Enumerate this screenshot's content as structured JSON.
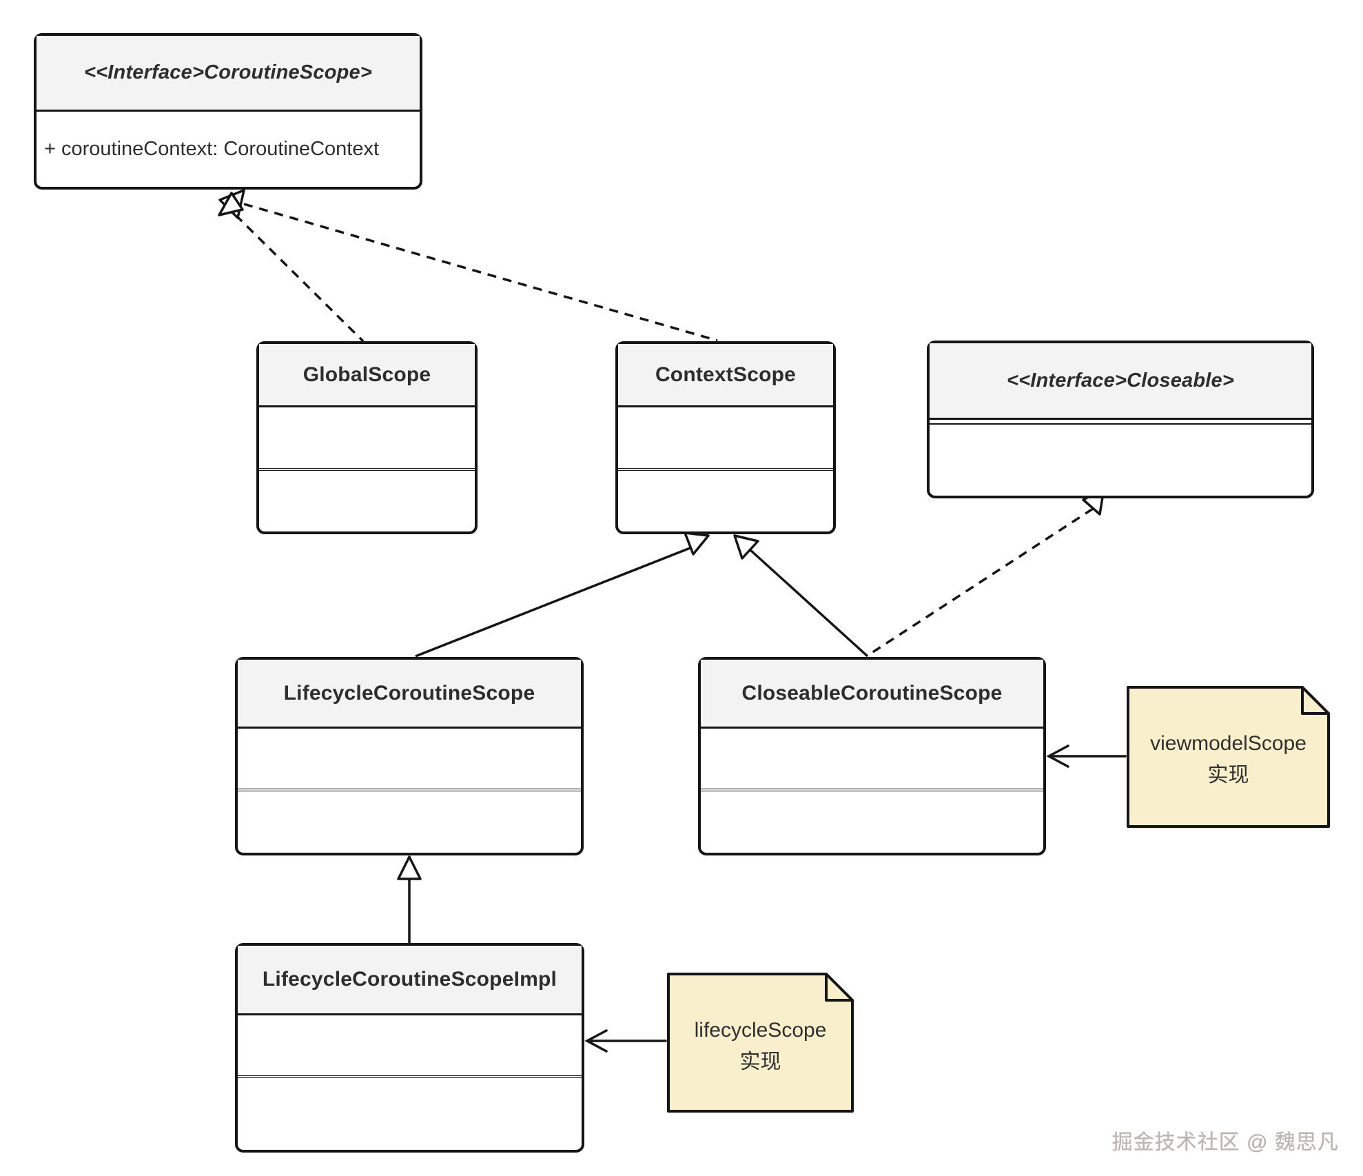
{
  "classes": {
    "coroutineScope": {
      "title": "<<Interface>CoroutineScope>",
      "attribute": "+ coroutineContext: CoroutineContext"
    },
    "globalScope": {
      "title": "GlobalScope"
    },
    "contextScope": {
      "title": "ContextScope"
    },
    "closeable": {
      "title": "<<Interface>Closeable>"
    },
    "lifecycleCoroutineScope": {
      "title": "LifecycleCoroutineScope"
    },
    "closeableCoroutineScope": {
      "title": "CloseableCoroutineScope"
    },
    "lifecycleCoroutineScopeImpl": {
      "title": "LifecycleCoroutineScopeImpl"
    }
  },
  "notes": {
    "viewmodelScope": {
      "line1": "viewmodelScope",
      "line2": "实现"
    },
    "lifecycleScope": {
      "line1": "lifecycleScope",
      "line2": "实现"
    }
  },
  "edges": [
    {
      "from": "GlobalScope",
      "to": "<<Interface>CoroutineScope>",
      "type": "realization"
    },
    {
      "from": "ContextScope",
      "to": "<<Interface>CoroutineScope>",
      "type": "realization"
    },
    {
      "from": "LifecycleCoroutineScope",
      "to": "ContextScope",
      "type": "generalization"
    },
    {
      "from": "CloseableCoroutineScope",
      "to": "ContextScope",
      "type": "generalization"
    },
    {
      "from": "CloseableCoroutineScope",
      "to": "<<Interface>Closeable>",
      "type": "realization"
    },
    {
      "from": "LifecycleCoroutineScopeImpl",
      "to": "LifecycleCoroutineScope",
      "type": "generalization"
    },
    {
      "from": "viewmodelScope note",
      "to": "CloseableCoroutineScope",
      "type": "note-link"
    },
    {
      "from": "lifecycleScope note",
      "to": "LifecycleCoroutineScopeImpl",
      "type": "note-link"
    }
  ],
  "watermark": "掘金技术社区 @ 魏思凡",
  "colors": {
    "headerFill": "#f3f3f3",
    "bodyFill": "#ffffff",
    "border": "#151515",
    "noteFill": "#faefcc",
    "noteBorder": "#151515",
    "text": "#2d2d2d",
    "watermark": "#b8b5b0"
  }
}
